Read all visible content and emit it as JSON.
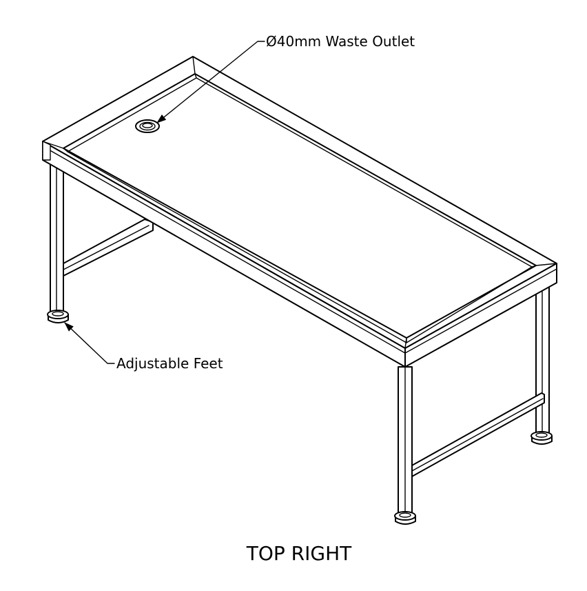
{
  "drawing": {
    "callouts": {
      "waste_outlet": "Ø40mm Waste Outlet",
      "adjustable_feet": "Adjustable Feet"
    },
    "caption": "TOP RIGHT"
  }
}
